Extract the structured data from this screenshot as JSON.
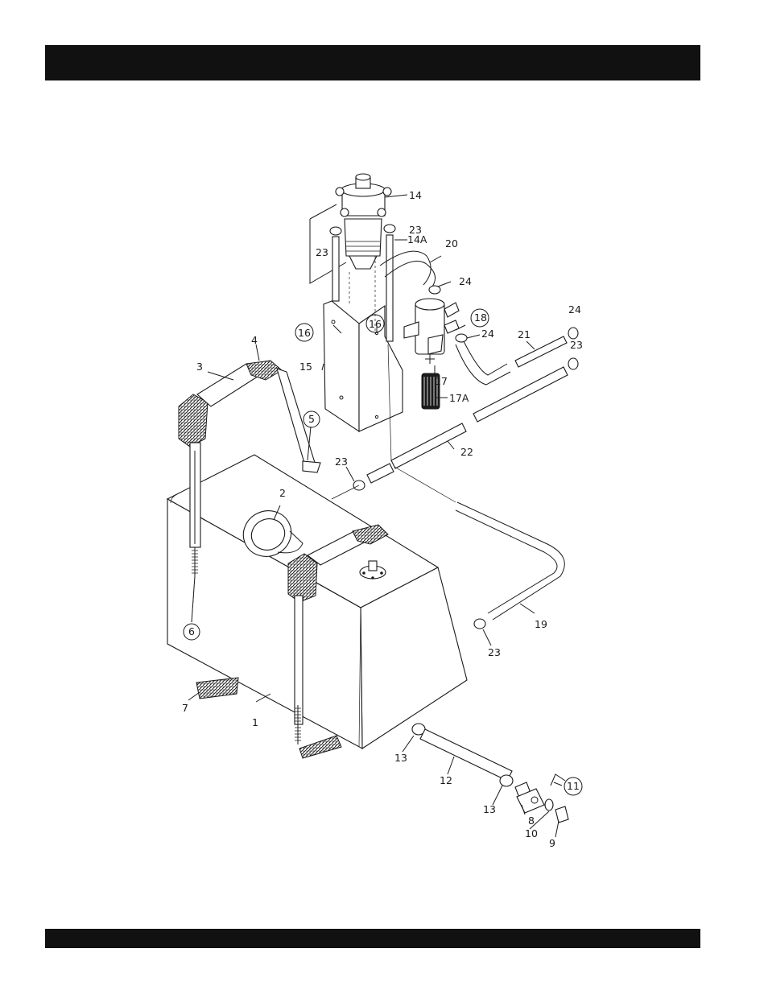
{
  "header": {
    "title": ""
  },
  "footer": {
    "text": ""
  },
  "diagram": {
    "callouts": [
      {
        "id": "c1",
        "text": "1",
        "circled": false
      },
      {
        "id": "c2",
        "text": "2",
        "circled": false
      },
      {
        "id": "c3",
        "text": "3",
        "circled": false
      },
      {
        "id": "c4",
        "text": "4",
        "circled": false
      },
      {
        "id": "c5",
        "text": "5",
        "circled": true
      },
      {
        "id": "c6",
        "text": "6",
        "circled": true
      },
      {
        "id": "c7",
        "text": "7",
        "circled": false
      },
      {
        "id": "c8",
        "text": "8",
        "circled": false
      },
      {
        "id": "c9",
        "text": "9",
        "circled": false
      },
      {
        "id": "c10",
        "text": "10",
        "circled": false
      },
      {
        "id": "c11",
        "text": "11",
        "circled": true
      },
      {
        "id": "c12",
        "text": "12",
        "circled": false
      },
      {
        "id": "c13a",
        "text": "13",
        "circled": false
      },
      {
        "id": "c13b",
        "text": "13",
        "circled": false
      },
      {
        "id": "c14",
        "text": "14",
        "circled": false
      },
      {
        "id": "c14a",
        "text": "14A",
        "circled": false
      },
      {
        "id": "c15",
        "text": "15",
        "circled": false
      },
      {
        "id": "c16a",
        "text": "16",
        "circled": true
      },
      {
        "id": "c16b",
        "text": "16",
        "circled": true
      },
      {
        "id": "c17",
        "text": "17",
        "circled": false
      },
      {
        "id": "c17a",
        "text": "17A",
        "circled": false
      },
      {
        "id": "c18",
        "text": "18",
        "circled": true
      },
      {
        "id": "c19",
        "text": "19",
        "circled": false
      },
      {
        "id": "c20",
        "text": "20",
        "circled": false
      },
      {
        "id": "c21",
        "text": "21",
        "circled": false
      },
      {
        "id": "c22",
        "text": "22",
        "circled": false
      },
      {
        "id": "c23a",
        "text": "23",
        "circled": false
      },
      {
        "id": "c23b",
        "text": "23",
        "circled": false
      },
      {
        "id": "c23c",
        "text": "23",
        "circled": false
      },
      {
        "id": "c23d",
        "text": "23",
        "circled": false
      },
      {
        "id": "c23e",
        "text": "23",
        "circled": false
      },
      {
        "id": "c24a",
        "text": "24",
        "circled": false
      },
      {
        "id": "c24b",
        "text": "24",
        "circled": false
      },
      {
        "id": "c24c",
        "text": "24",
        "circled": false
      }
    ]
  }
}
